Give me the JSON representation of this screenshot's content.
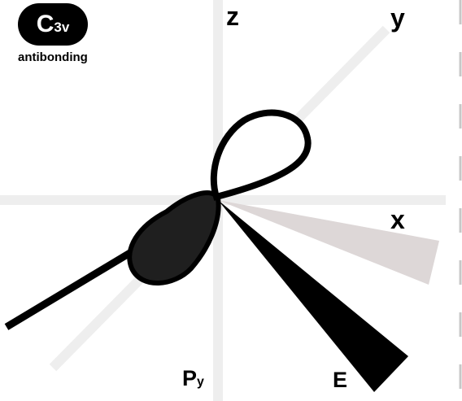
{
  "symmetry": {
    "group_main": "C",
    "group_sub": "3v",
    "character": "antibonding"
  },
  "axes": {
    "z": "z",
    "y": "y",
    "x": "x"
  },
  "orbitals": {
    "py_main": "P",
    "py_sub": "y",
    "e_label": "E"
  },
  "colors": {
    "axis": "#eeeeee",
    "lobe_fill": "#1f1f1f",
    "outline": "#000000",
    "shadow_lobe": "#ddd7d7",
    "right_dashes": "#c8c8c8"
  }
}
